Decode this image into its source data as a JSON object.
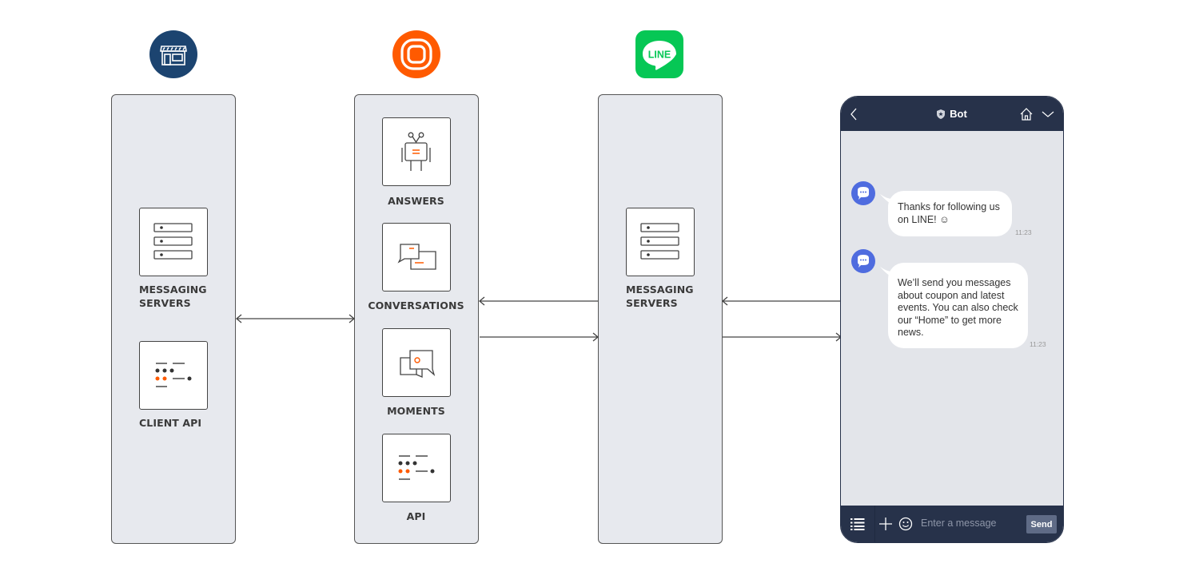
{
  "logos": {
    "store": {
      "icon": "storefront-icon",
      "color": "#1c4470"
    },
    "platform": {
      "icon": "orange-rings-logo",
      "color": "#ff5a00"
    },
    "line": {
      "icon": "line-logo",
      "text": "LINE",
      "color": "#06c755"
    }
  },
  "columns": {
    "client": {
      "cards": [
        {
          "icon": "server-stack-icon",
          "label_lines": [
            "MESSAGING",
            "SERVERS"
          ]
        },
        {
          "icon": "api-dots-icon",
          "label_lines": [
            "CLIENT API"
          ]
        }
      ]
    },
    "platform": {
      "cards": [
        {
          "icon": "robot-icon",
          "label": "ANSWERS"
        },
        {
          "icon": "conversation-bubbles-icon",
          "label": "CONVERSATIONS"
        },
        {
          "icon": "moments-bubbles-icon",
          "label": "MOMENTS"
        },
        {
          "icon": "api-dots-icon",
          "label": "API"
        }
      ]
    },
    "line": {
      "cards": [
        {
          "icon": "server-stack-icon",
          "label_lines": [
            "MESSAGING",
            "SERVERS"
          ]
        }
      ]
    }
  },
  "connections": [
    {
      "from": "client",
      "to": "platform",
      "direction": "bidirectional"
    },
    {
      "from": "line",
      "to": "platform",
      "direction": "one-way"
    },
    {
      "from": "platform",
      "to": "line",
      "direction": "one-way"
    },
    {
      "from": "phone",
      "to": "line",
      "direction": "one-way"
    },
    {
      "from": "line",
      "to": "phone",
      "direction": "one-way"
    }
  ],
  "phone": {
    "title": "Bot",
    "messages": [
      {
        "lines": [
          "Thanks for following us",
          "on LINE! ☺"
        ],
        "time": "11:23"
      },
      {
        "lines": [
          "We’ll send you messages",
          "about coupon and latest",
          "events. You can also check",
          "our “Home” to get more",
          "news."
        ],
        "time": "11:23"
      }
    ],
    "input_placeholder": "Enter a message",
    "send_label": "Send",
    "colors": {
      "header": "#27324a",
      "avatar": "#4f6cdf",
      "chat_bg": "#e3e5ea"
    }
  }
}
